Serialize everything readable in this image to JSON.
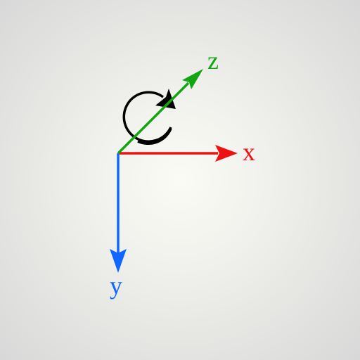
{
  "axes": {
    "x": {
      "label": "x",
      "color": "#ee1111"
    },
    "y": {
      "label": "y",
      "color": "#1166ff"
    },
    "z": {
      "label": "z",
      "color": "#11a511"
    }
  },
  "rotation_arrow": {
    "color": "#000000",
    "direction": "clockwise"
  }
}
